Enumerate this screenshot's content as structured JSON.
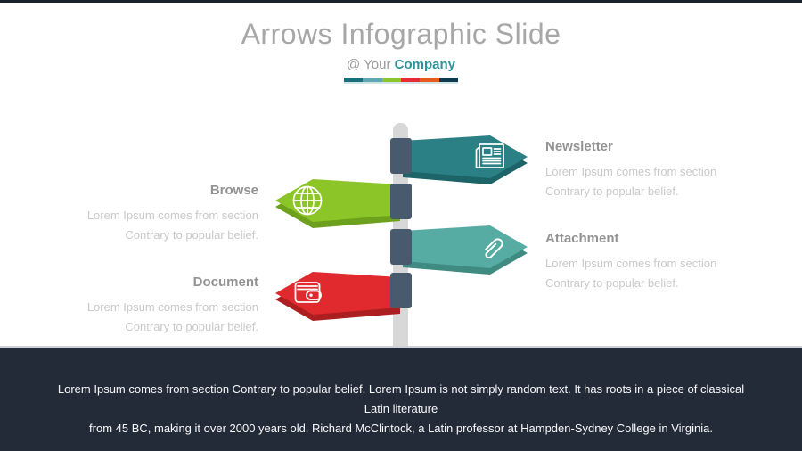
{
  "slide": {
    "title": "Arrows Infographic Slide",
    "subtitle": {
      "prefix": "@ Your ",
      "company": "Company",
      "company_color": "#2e929a"
    },
    "divider_colors": [
      "#18717a",
      "#5fa8af",
      "#8cc62c",
      "#e52b34",
      "#e75b1e",
      "#0e3a4d"
    ]
  },
  "signpost": {
    "pole_color": "#d8d8d8",
    "clamp_color": "#475a6e"
  },
  "items": [
    {
      "label": "Newsletter",
      "desc": [
        "Lorem Ipsum comes from section",
        "Contrary to popular belief."
      ],
      "color": "#2a8084",
      "shade": "#1d6468",
      "icon": "newspaper-icon",
      "direction": "right",
      "side": "right"
    },
    {
      "label": "Browse",
      "desc": [
        "Lorem Ipsum comes from section",
        "Contrary to popular belief."
      ],
      "color": "#8cc527",
      "shade": "#6da01c",
      "icon": "globe-icon",
      "direction": "left",
      "side": "left"
    },
    {
      "label": "Attachment",
      "desc": [
        "Lorem Ipsum comes from section",
        "Contrary to popular belief."
      ],
      "color": "#56aca3",
      "shade": "#3f8b82",
      "icon": "paperclip-icon",
      "direction": "right",
      "side": "right"
    },
    {
      "label": "Document",
      "desc": [
        "Lorem Ipsum comes from section",
        "Contrary to popular belief."
      ],
      "color": "#e02a2d",
      "shade": "#ac1e20",
      "icon": "wallet-icon",
      "direction": "left",
      "side": "left"
    }
  ],
  "footer": {
    "bg": "#242b38",
    "lines": [
      "Lorem Ipsum comes from section Contrary to popular belief, Lorem Ipsum is not simply random text. It has roots in a piece of classical Latin literature",
      "from 45 BC, making it over 2000 years old. Richard McClintock, a Latin professor at Hampden-Sydney College in Virginia."
    ]
  }
}
